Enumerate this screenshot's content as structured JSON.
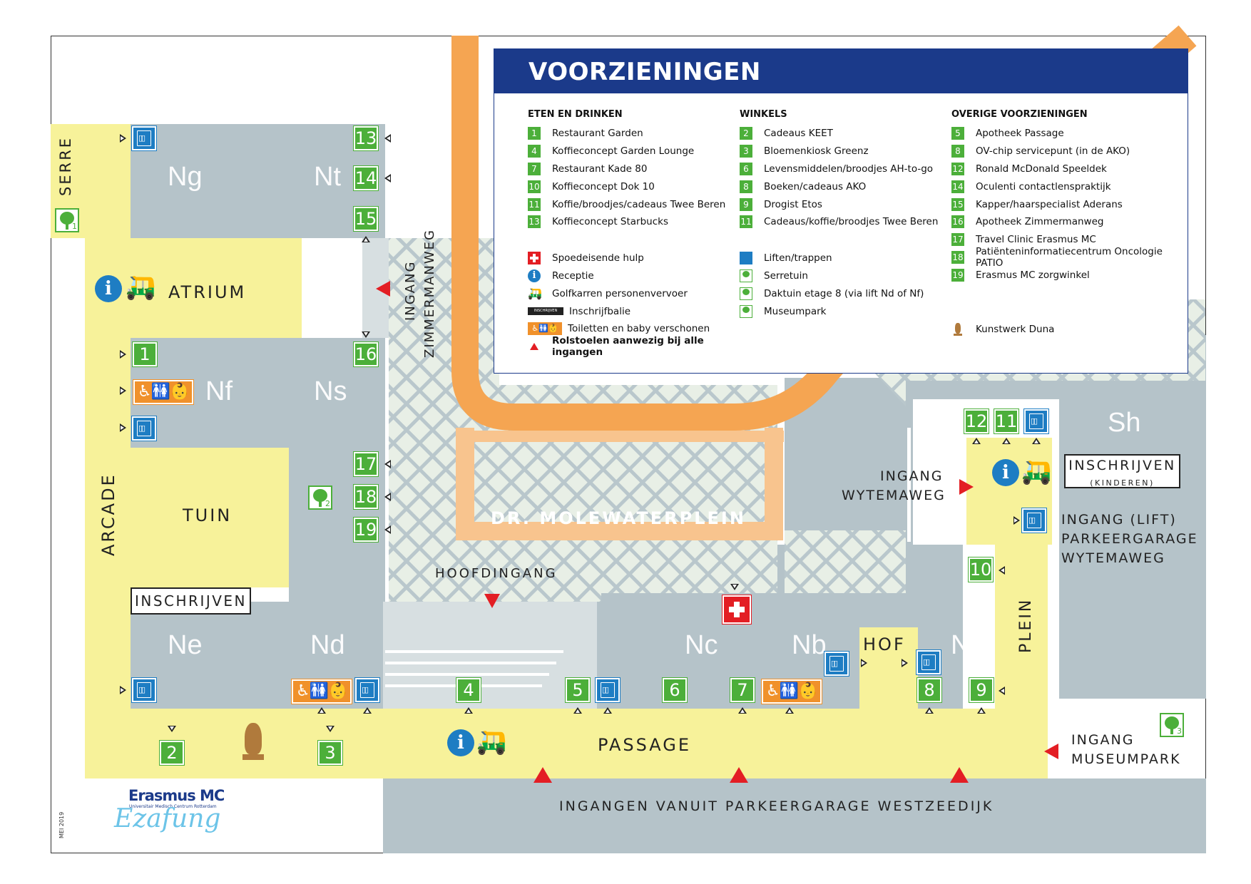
{
  "legend": {
    "title": "VOORZIENINGEN",
    "eten": {
      "heading": "ETEN EN DRINKEN",
      "items": [
        {
          "n": "1",
          "label": "Restaurant Garden"
        },
        {
          "n": "4",
          "label": "Koffieconcept Garden Lounge"
        },
        {
          "n": "7",
          "label": "Restaurant Kade 80"
        },
        {
          "n": "10",
          "label": "Koffieconcept Dok 10"
        },
        {
          "n": "11",
          "label": "Koffie/broodjes/cadeaus Twee Beren"
        },
        {
          "n": "13",
          "label": "Koffieconcept Starbucks"
        }
      ]
    },
    "winkels": {
      "heading": "WINKELS",
      "items": [
        {
          "n": "2",
          "label": "Cadeaus KEET"
        },
        {
          "n": "3",
          "label": "Bloemenkiosk Greenz"
        },
        {
          "n": "6",
          "label": "Levensmiddelen/broodjes AH-to-go"
        },
        {
          "n": "8",
          "label": "Boeken/cadeaus AKO"
        },
        {
          "n": "9",
          "label": "Drogist Etos"
        },
        {
          "n": "11",
          "label": "Cadeaus/koffie/broodjes Twee Beren"
        }
      ]
    },
    "overige": {
      "heading": "OVERIGE VOORZIENINGEN",
      "items": [
        {
          "n": "5",
          "label": "Apotheek Passage"
        },
        {
          "n": "8",
          "label": "OV-chip servicepunt (in de AKO)"
        },
        {
          "n": "12",
          "label": "Ronald McDonald Speeldek"
        },
        {
          "n": "14",
          "label": "Oculenti contactlenspraktijk"
        },
        {
          "n": "15",
          "label": "Kapper/haarspecialist Aderans"
        },
        {
          "n": "16",
          "label": "Apotheek Zimmermanweg"
        },
        {
          "n": "17",
          "label": "Travel Clinic Erasmus MC"
        },
        {
          "n": "18",
          "label": "Patiënteninformatiecentrum Oncologie PATIO"
        },
        {
          "n": "19",
          "label": "Erasmus MC zorgwinkel"
        }
      ]
    },
    "symbols1": {
      "spoed": "Spoedeisende hulp",
      "receptie": "Receptie",
      "golf": "Golfkarren personenvervoer",
      "inschrijf": "Inschrijfbalie",
      "inschrijf_badge": "INSCHRIJVEN",
      "toilet": "Toiletten en baby verschonen",
      "rolstoel": "Rolstoelen aanwezig bij alle ingangen"
    },
    "symbols2": {
      "lift": "Liften/trappen",
      "serre": "Serretuin",
      "daktuin": "Daktuin etage 8 (via lift Nd of Nf)",
      "museum": "Museumpark"
    },
    "kunstwerk": "Kunstwerk Duna"
  },
  "areas": {
    "ng": "Ng",
    "nt": "Nt",
    "nf": "Nf",
    "ns": "Ns",
    "ne": "Ne",
    "nd": "Nd",
    "nc": "Nc",
    "nb": "Nb",
    "na": "Na",
    "sh": "Sh"
  },
  "labels": {
    "serre": "SERRE",
    "atrium": "ATRIUM",
    "arcade": "ARCADE",
    "tuin": "TUIN",
    "inschrijven": "INSCHRIJVEN",
    "ingang_zimmermanweg_1": "INGANG",
    "ingang_zimmermanweg_2": "ZIMMERMANWEG",
    "molewaterplein": "DR. MOLEWATERPLEIN",
    "hoofdingang": "HOOFDINGANG",
    "ingang_wytemaweg_1": "INGANG",
    "ingang_wytemaweg_2": "WYTEMAWEG",
    "inschrijven_kinderen_1": "INSCHRIJVEN",
    "inschrijven_kinderen_2": "(KINDEREN)",
    "ingang_lift_1": "INGANG (LIFT)",
    "ingang_lift_2": "PARKEERGARAGE",
    "ingang_lift_3": "WYTEMAWEG",
    "hof": "HOF",
    "plein": "PLEIN",
    "passage": "PASSAGE",
    "ingang_museumpark_1": "INGANG",
    "ingang_museumpark_2": "MUSEUMPARK",
    "westzeedijk": "INGANGEN VANUIT PARKEERGARAGE WESTZEEDIJK",
    "logo": "Erasmus MC",
    "logo_sub": "Universitair Medisch Centrum Rotterdam",
    "logo_script": "Ezafung",
    "code": "MEI 2019"
  },
  "markers": {
    "m1": "1",
    "m2": "2",
    "m3": "3",
    "m4": "4",
    "m5": "5",
    "m6": "6",
    "m7": "7",
    "m8": "8",
    "m9": "9",
    "m10": "10",
    "m11": "11",
    "m12": "12",
    "m13": "13",
    "m14": "14",
    "m15": "15",
    "m16": "16",
    "m17": "17",
    "m18": "18",
    "m19": "19",
    "tree1": "1",
    "tree2": "2",
    "tree3": "3"
  },
  "colors": {
    "yellow": "#f7f29a",
    "grey": "#b5c3c9",
    "road": "#f5a552",
    "road_light": "#f8c48e",
    "green": "#4caf3a",
    "blue": "#1e7dc3",
    "orange": "#f0912b",
    "navy": "#1b3a8a",
    "red": "#e31e24"
  },
  "icons": [
    "lift-icon",
    "info-icon",
    "golf-cart-icon",
    "toilet-icon",
    "tree-icon",
    "first-aid-icon",
    "entrance-arrow-icon",
    "sculpture-icon"
  ]
}
